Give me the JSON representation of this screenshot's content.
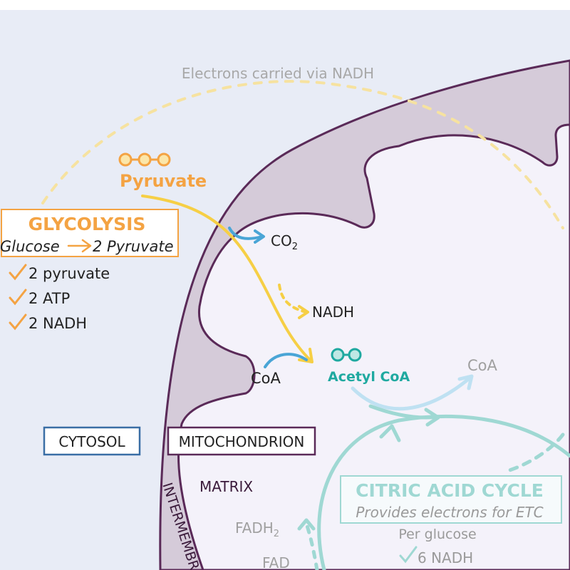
{
  "colors": {
    "cytosol_bg": "#e8ecf6",
    "membrane_fill": "#d5cbd9",
    "membrane_stroke": "#5a2a58",
    "matrix_bg": "#f4f2fa",
    "orange": "#f4a343",
    "yellow": "#f6cf45",
    "blue": "#4aa5d6",
    "teal": "#1fa9a0",
    "teal_light": "#9fd8d3",
    "grey": "#9a9a9a",
    "dark": "#2a2a2a",
    "cytosol_box": "#3a6ea5",
    "mito_box": "#5a2a58"
  },
  "top_label": "Electrons carried via NADH",
  "pyruvate": "Pyruvate",
  "glycolysis": {
    "title": "GLYCOLYSIS",
    "equation_left": "Glucose",
    "equation_right": "2 Pyruvate",
    "checks": [
      "2 pyruvate",
      "2 ATP",
      "2 NADH"
    ]
  },
  "co2": {
    "text": "CO",
    "sub": "2"
  },
  "nadh": "NADH",
  "coa_in": "CoA",
  "acetyl_coa": "Acetyl CoA",
  "coa_out": "CoA",
  "cytosol_label": "CYTOSOL",
  "mito_label": "MITOCHONDRION",
  "matrix_label": "MATRIX",
  "intermembrane_label": "INTERMEMBRANE",
  "fadh2": {
    "text": "FADH",
    "sub": "2"
  },
  "fad": "FAD",
  "citric": {
    "title": "CITRIC ACID CYCLE",
    "subtitle": "Provides electrons for ETC",
    "per_glucose": "Per glucose",
    "check": "6 NADH"
  }
}
